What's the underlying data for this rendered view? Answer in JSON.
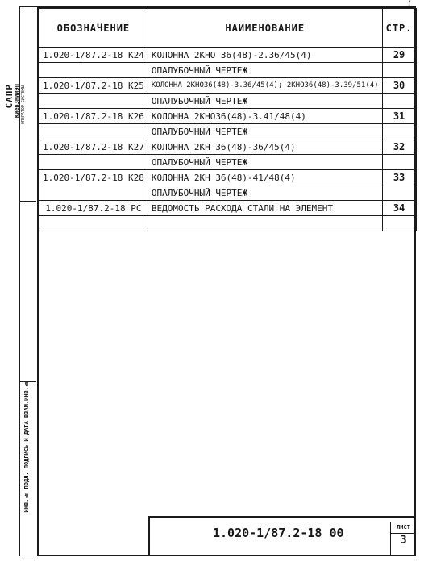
{
  "header": {
    "designation": "ОБОЗНАЧЕНИЕ",
    "name": "НАИМЕНОВАНИЕ",
    "page": "СТР."
  },
  "rows": [
    {
      "code": "1.020-1/87.2-18 К24",
      "name": "КОЛОННА   2КНО 36(48)-2.36/45(4)",
      "page": "29"
    },
    {
      "code": "",
      "name": "ОПАЛУБОЧНЫЙ ЧЕРТЕЖ",
      "page": ""
    },
    {
      "code": "1.020-1/87.2-18 К25",
      "name": "КОЛОННА   2КНО36(48)-3.36/45(4); 2КНО36(48)-3.39/51(4)",
      "page": "30"
    },
    {
      "code": "",
      "name": "ОПАЛУБОЧНЫЙ ЧЕРТЕЖ",
      "page": ""
    },
    {
      "code": "1.020-1/87.2-18 К26",
      "name": "КОЛОННА   2КНО36(48)-3.41/48(4)",
      "page": "31"
    },
    {
      "code": "",
      "name": "ОПАЛУБОЧНЫЙ ЧЕРТЕЖ",
      "page": ""
    },
    {
      "code": "1.020-1/87.2-18 К27",
      "name": "КОЛОННА   2КН 36(48)-36/45(4)",
      "page": "32"
    },
    {
      "code": "",
      "name": "ОПАЛУБОЧНЫЙ ЧЕРТЕЖ",
      "page": ""
    },
    {
      "code": "1.020-1/87.2-18 К28",
      "name": "КОЛОННА   2КН 36(48)-41/48(4)",
      "page": "33"
    },
    {
      "code": "",
      "name": "ОПАЛУБОЧНЫЙ ЧЕРТЕЖ",
      "page": ""
    },
    {
      "code": "1.020-1/87.2-18 РС",
      "name": "ВЕДОМОСТЬ РАСХОДА СТАЛИ НА ЭЛЕМЕНТ",
      "page": "34"
    },
    {
      "code": "",
      "name": "",
      "page": ""
    }
  ],
  "side": {
    "org": "САПР",
    "org_sub": "КиевЗНИИЭП",
    "operator": "ОПЕРАТОР СИСТЕМЫ",
    "bottom_strip": "ИНВ.№ ПОДЛ.  ПОДПИСЬ И ДАТА  ВЗАМ.ИНВ.№"
  },
  "stamp": {
    "code": "1.020-1/87.2-18 00",
    "sheet_label": "ЛИСТ",
    "sheet_number": "3"
  },
  "corner_mark": "("
}
